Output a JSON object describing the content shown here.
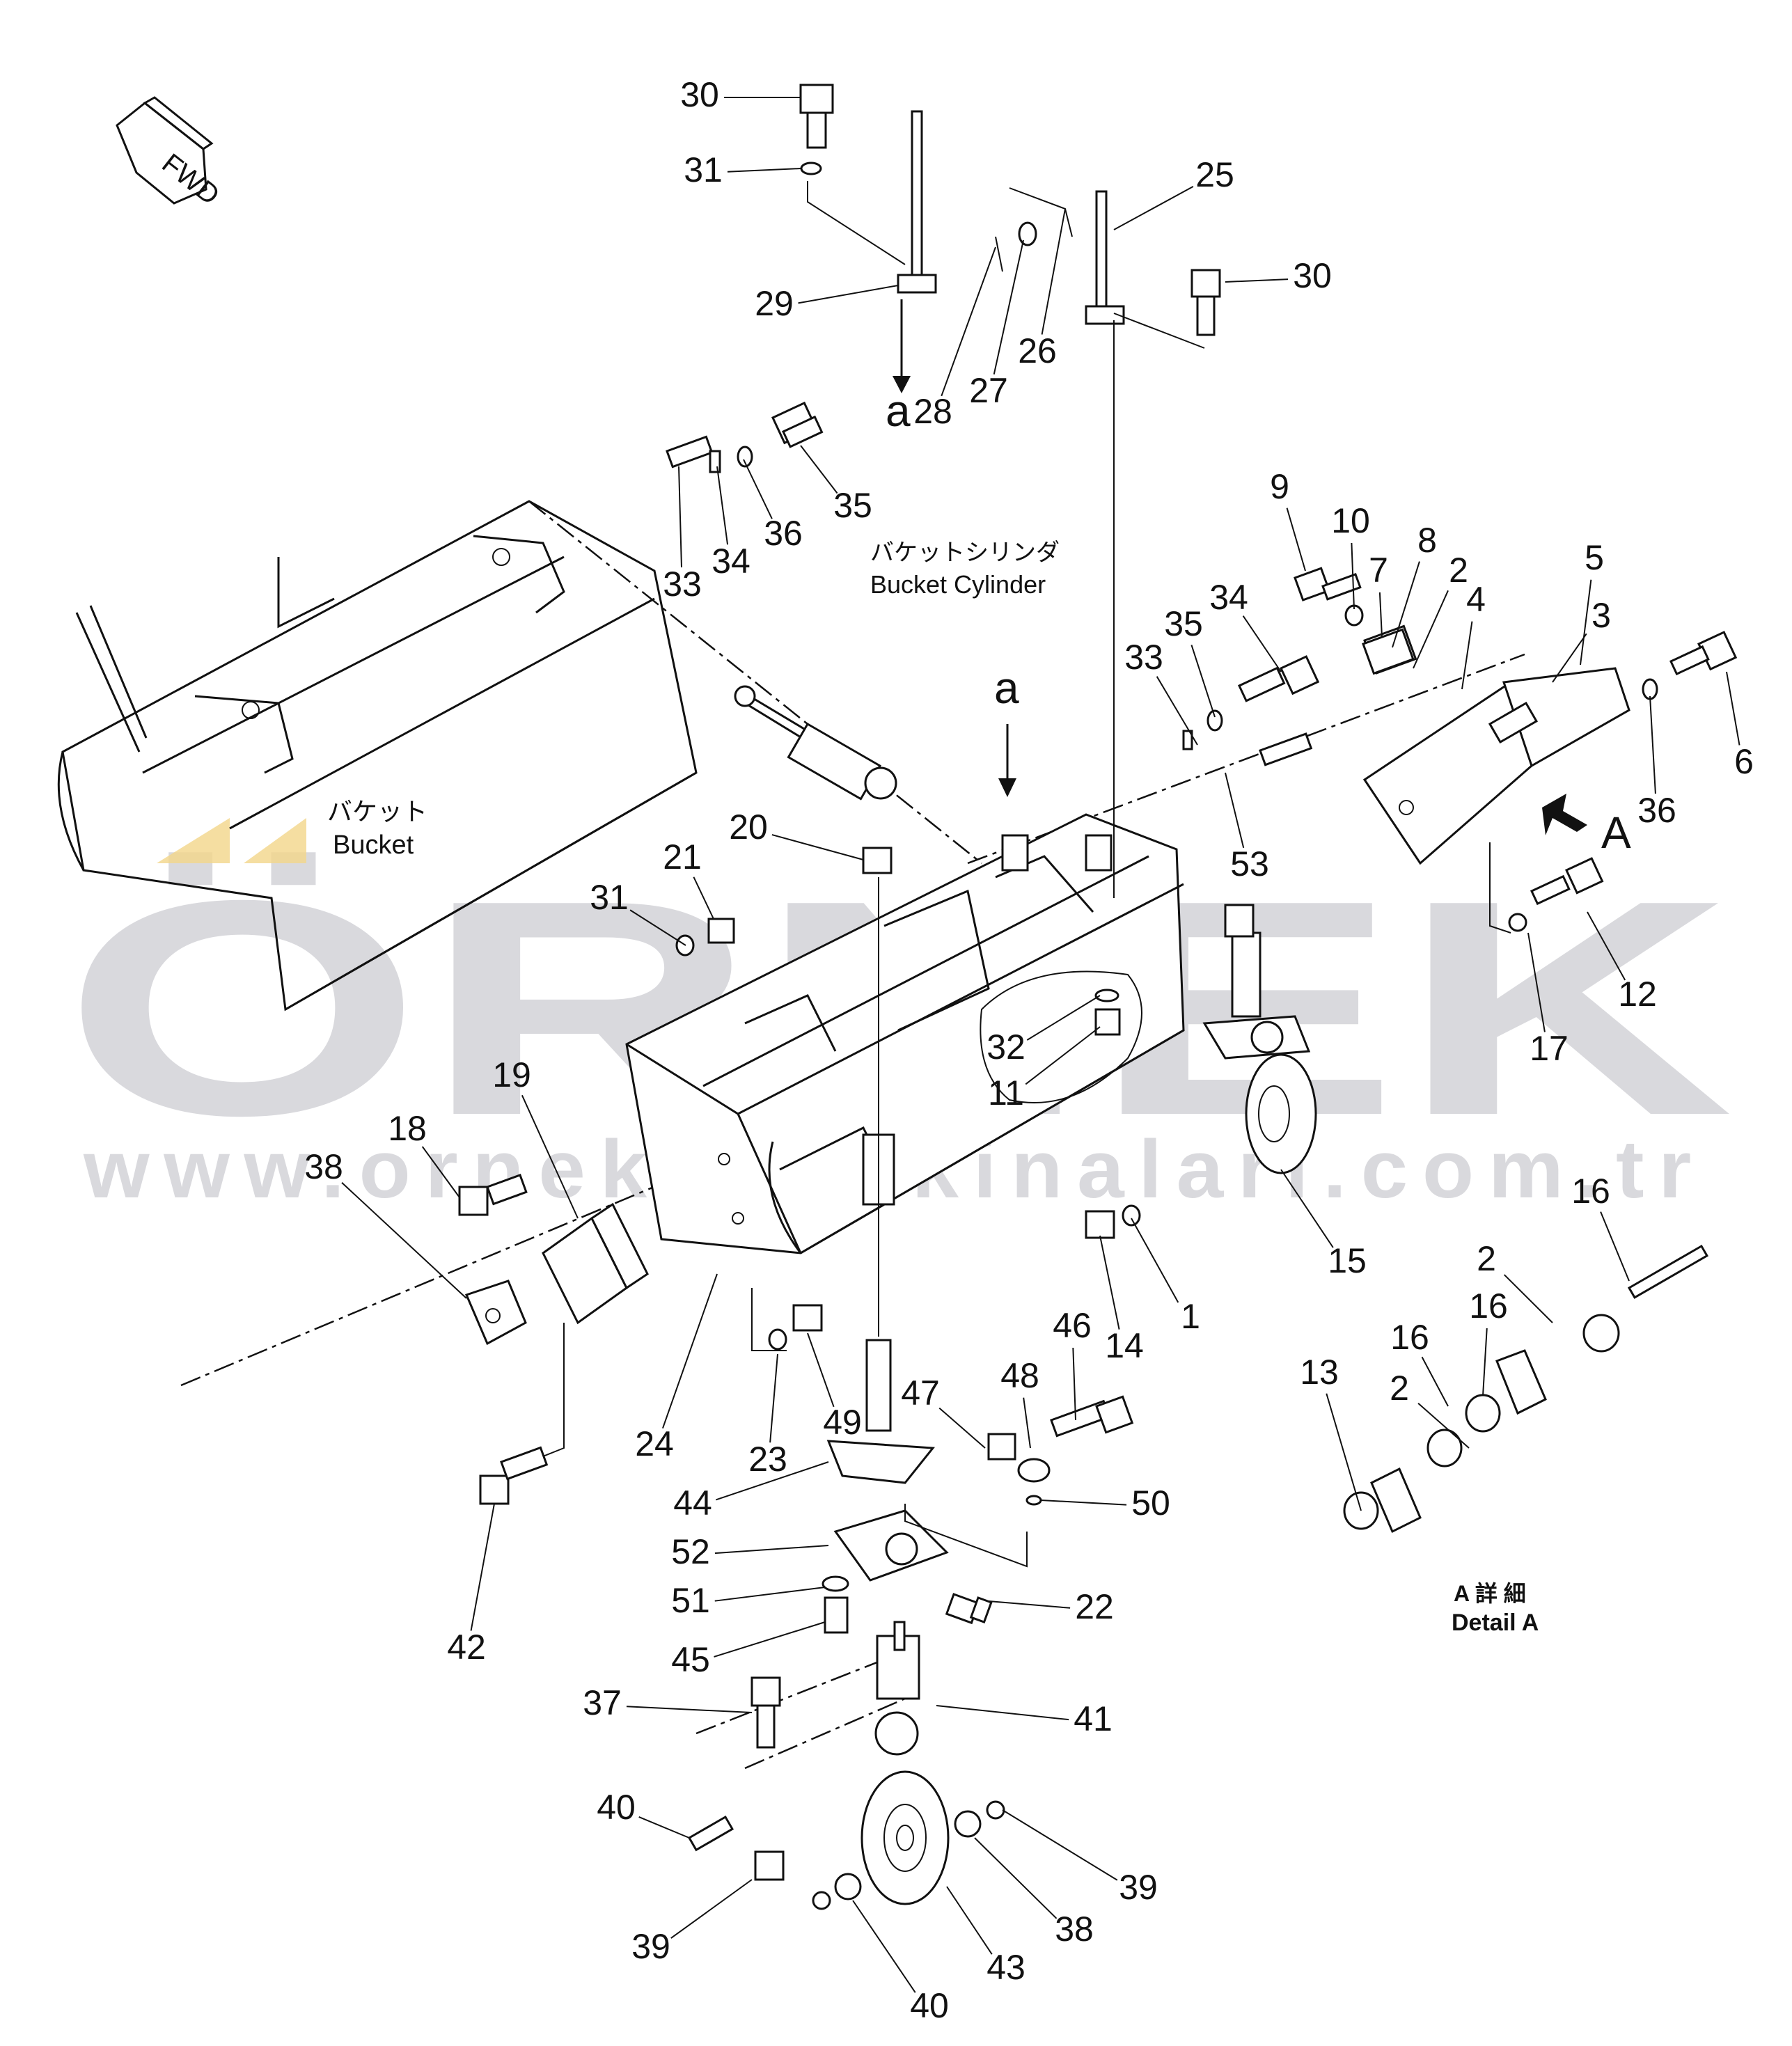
{
  "fwd_label": "FWD",
  "labels": {
    "bucket_jp": "バケット",
    "bucket_en": "Bucket",
    "cylinder_jp": "バケットシリンダ",
    "cylinder_en": "Bucket Cylinder",
    "detail_jp": "A 詳 細",
    "detail_en": "Detail A",
    "view_arrow": "A",
    "section_marker_top": "a",
    "section_marker_mid": "a"
  },
  "watermark": {
    "brand": "ÖRNEK",
    "url": "www.ornekismakinalari.com.tr",
    "colors": {
      "gray": "#8a8a96",
      "gold": "#f2d68a"
    }
  },
  "callouts": [
    "30",
    "31",
    "29",
    "28",
    "27",
    "26",
    "25",
    "30",
    "35",
    "36",
    "34",
    "33",
    "9",
    "10",
    "7",
    "8",
    "2",
    "4",
    "3",
    "5",
    "6",
    "36",
    "35",
    "34",
    "33",
    "53",
    "20",
    "21",
    "31",
    "32",
    "11",
    "12",
    "17",
    "19",
    "18",
    "38",
    "15",
    "16",
    "2",
    "16",
    "2",
    "16",
    "13",
    "14",
    "1",
    "24",
    "23",
    "49",
    "47",
    "48",
    "46",
    "50",
    "44",
    "52",
    "51",
    "45",
    "22",
    "42",
    "37",
    "41",
    "40",
    "39",
    "38",
    "43",
    "39",
    "40"
  ]
}
